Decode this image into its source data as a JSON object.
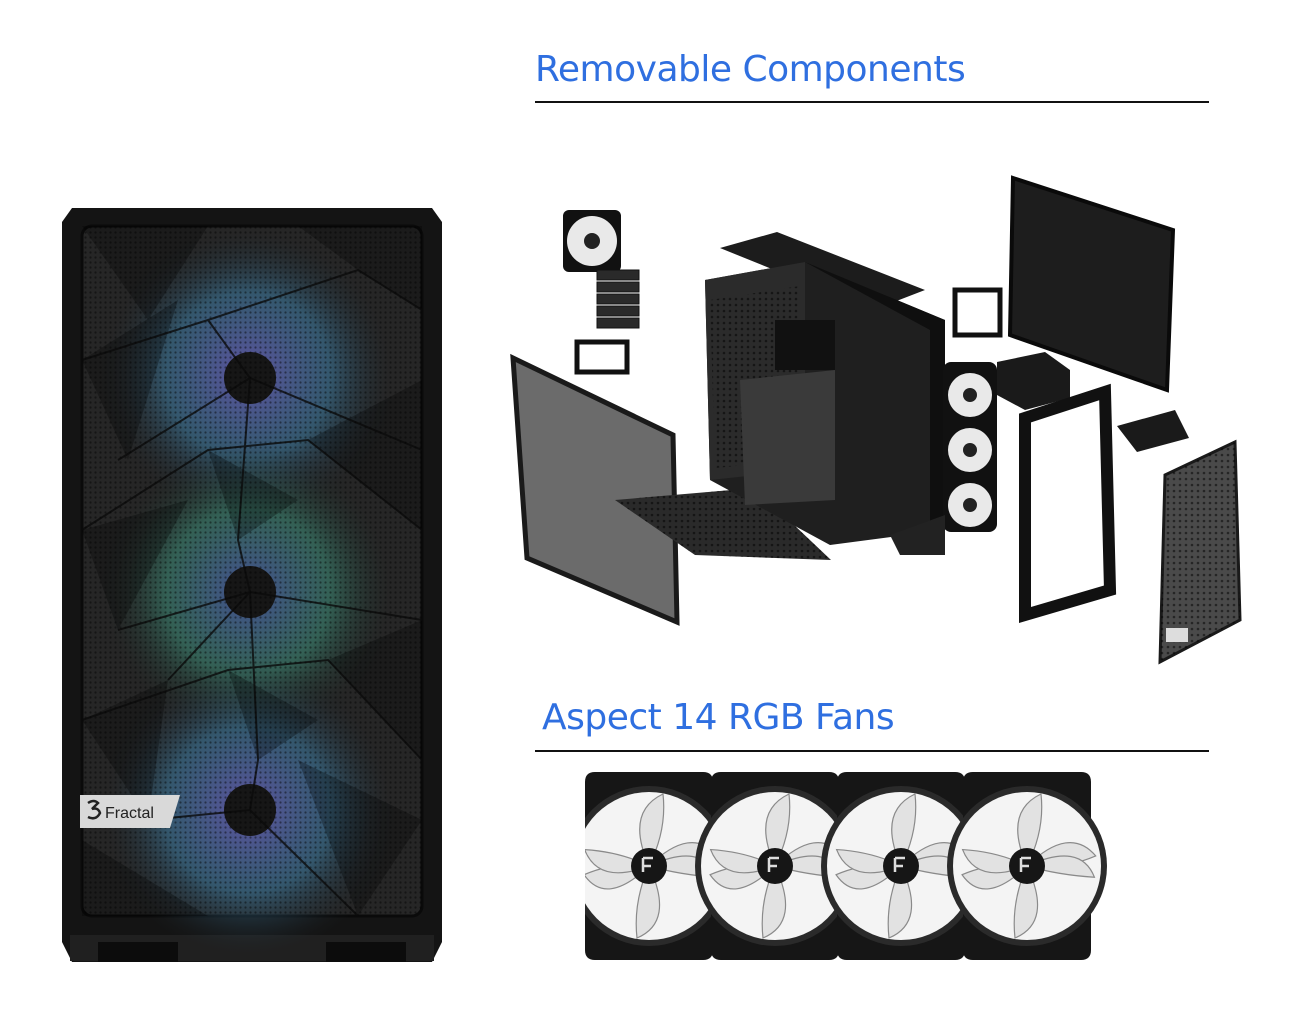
{
  "sections": {
    "removable_title": "Removable Components",
    "fans_title": "Aspect 14 RGB Fans"
  },
  "case": {
    "logo_text": "Fractal"
  },
  "colors": {
    "heading": "#2f6fe0",
    "rule": "#111111",
    "case_body": "#1a1a1a"
  }
}
